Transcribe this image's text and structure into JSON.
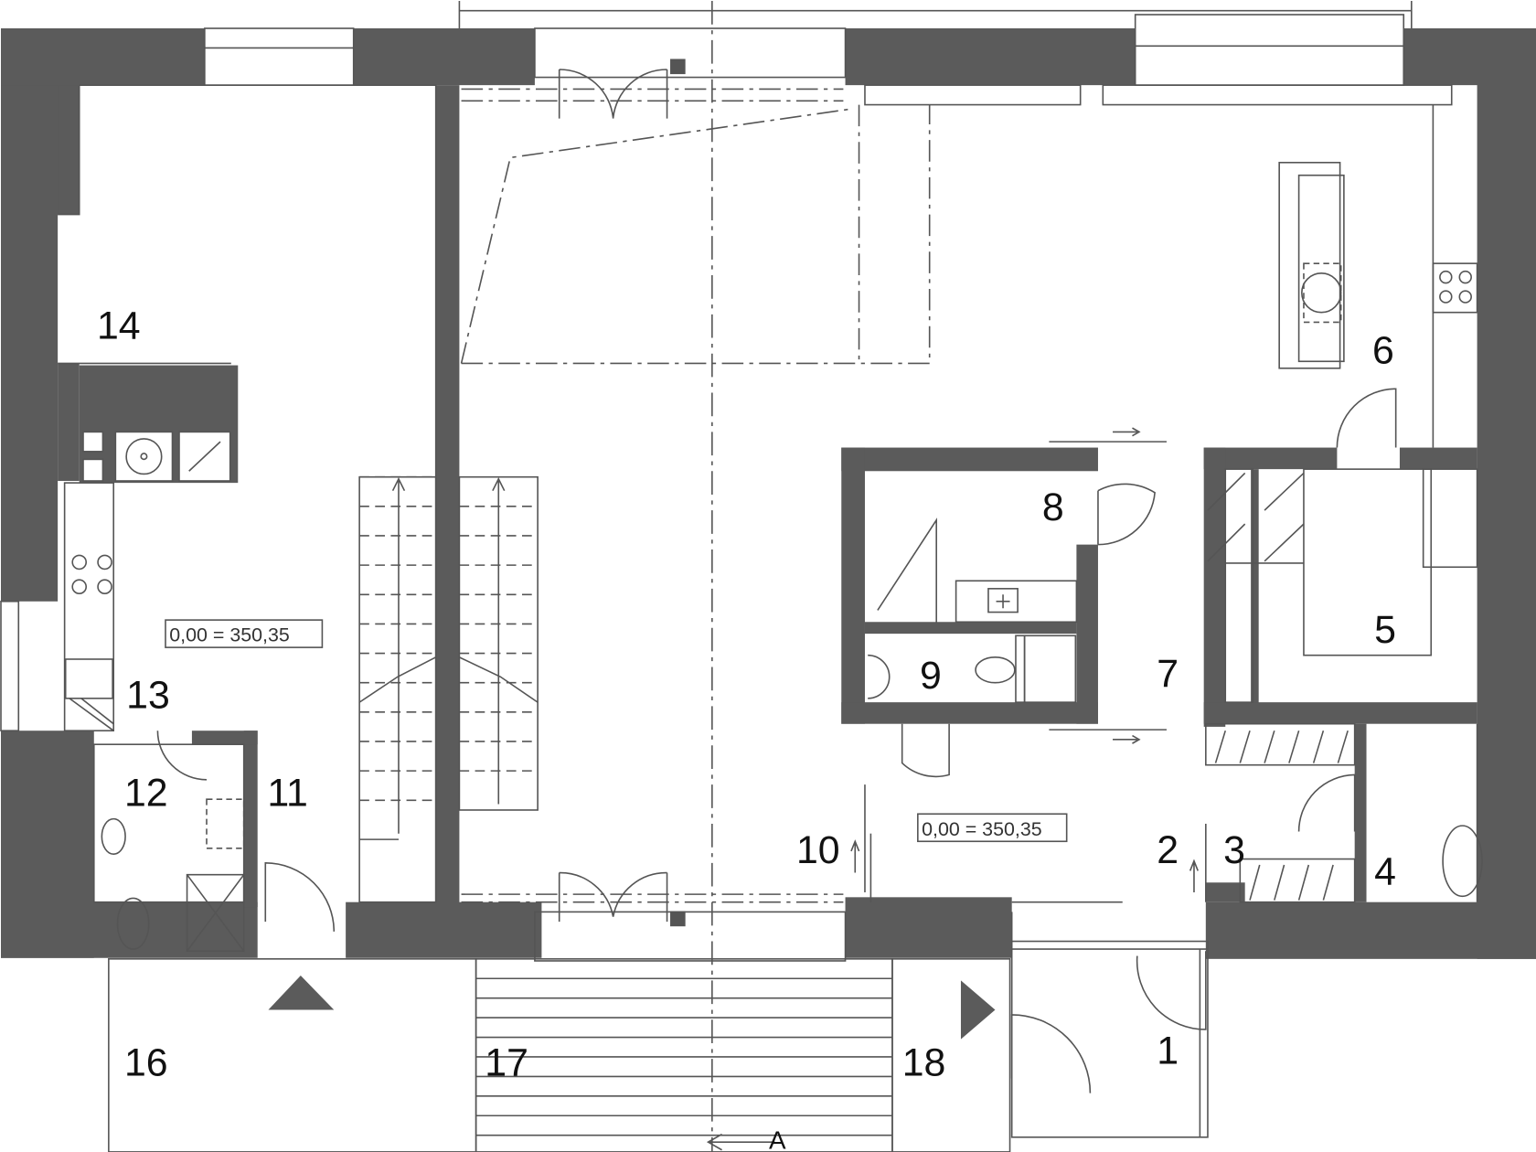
{
  "colors": {
    "wall": "#5b5b5b",
    "line": "#555555",
    "background": "#ffffff"
  },
  "rooms": [
    {
      "id": "1",
      "label": "1"
    },
    {
      "id": "2",
      "label": "2"
    },
    {
      "id": "3",
      "label": "3"
    },
    {
      "id": "4",
      "label": "4"
    },
    {
      "id": "5",
      "label": "5"
    },
    {
      "id": "6",
      "label": "6"
    },
    {
      "id": "7",
      "label": "7"
    },
    {
      "id": "8",
      "label": "8"
    },
    {
      "id": "9",
      "label": "9"
    },
    {
      "id": "10",
      "label": "10"
    },
    {
      "id": "11",
      "label": "11"
    },
    {
      "id": "12",
      "label": "12"
    },
    {
      "id": "13",
      "label": "13"
    },
    {
      "id": "14",
      "label": "14"
    },
    {
      "id": "16",
      "label": "16"
    },
    {
      "id": "17",
      "label": "17"
    },
    {
      "id": "18",
      "label": "18"
    }
  ],
  "levels": [
    {
      "text": "0,00  =  350,35"
    },
    {
      "text": "0,00  =  350,35"
    }
  ],
  "section": {
    "label": "A"
  },
  "icons": [
    "sink-icon",
    "stove-icon",
    "toilet-icon",
    "shower-icon",
    "entrance-arrow-icon",
    "stair-arrow-icon",
    "door-swing-icon"
  ]
}
